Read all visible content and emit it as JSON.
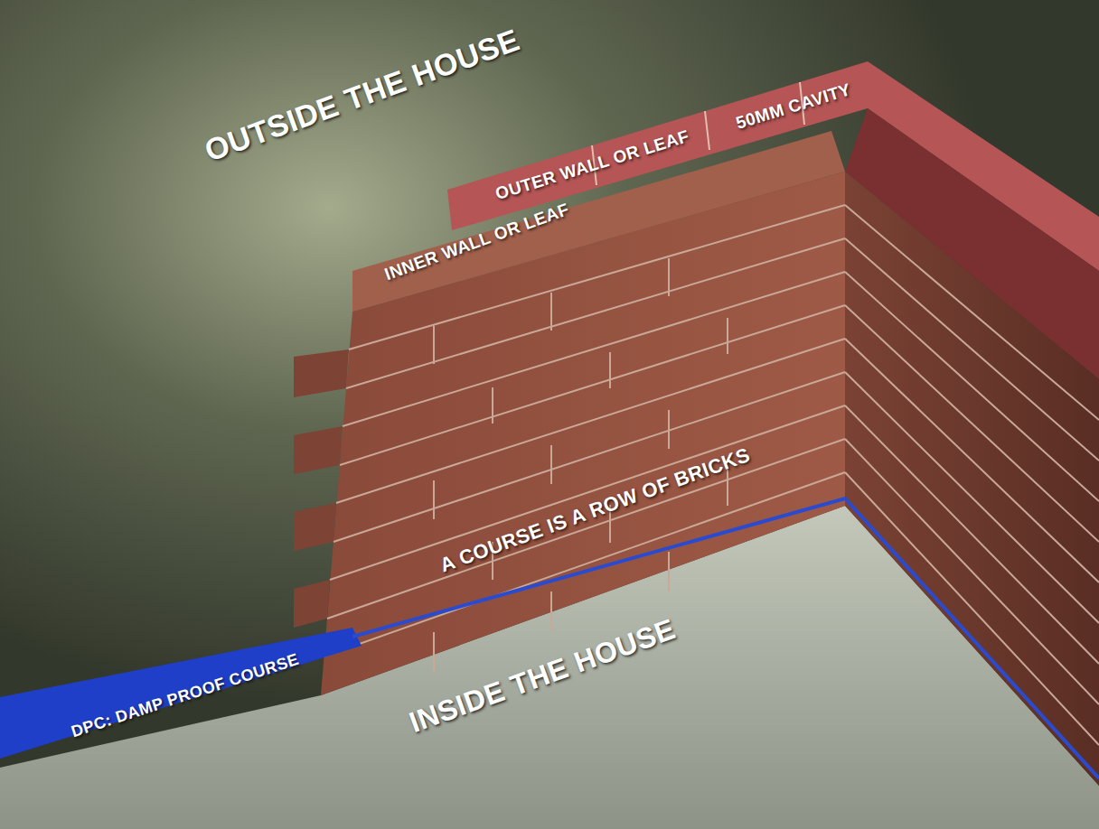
{
  "diagram": {
    "labels": [
      "OUTSIDE THE HOUSE",
      "OUTER WALL OR LEAF",
      "50MM CAVITY",
      "INNER WALL OR LEAF",
      "A COURSE IS A ROW OF BRICKS",
      "DPC: DAMP PROOF COURSE",
      "INSIDE THE HOUSE"
    ]
  }
}
